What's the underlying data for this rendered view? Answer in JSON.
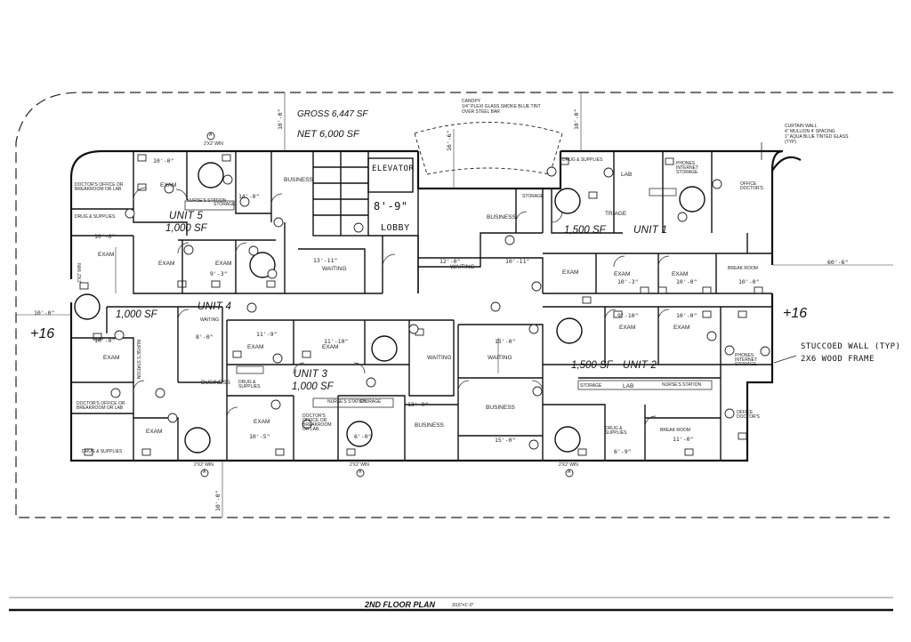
{
  "header": {
    "gross": "GROSS 6,447 SF",
    "net": "NET 6,000 SF",
    "canopy": [
      "CANOPY",
      "1/4\" PLEXI GLASS SMOKE BLUE TINT",
      "OVER STEEL BAR"
    ],
    "curtain_wall": [
      "CURTAIN WALL",
      "4\" MULLION 4' SPACING",
      "1\" AQUA BLUE TINTED GLASS",
      "(TYP)"
    ]
  },
  "core": {
    "elevator": "ELEVATOR",
    "lobby": "LOBBY",
    "lobby_dim": "8'-9\""
  },
  "units": {
    "u1": {
      "name": "UNIT 1",
      "area": "1,500 SF"
    },
    "u2": {
      "name": "UNIT 2",
      "area": "1,500 SF"
    },
    "u3": {
      "name": "UNIT 3",
      "area": "1,000 SF"
    },
    "u4": {
      "name": "UNIT 4",
      "area": "1,000 SF"
    },
    "u5": {
      "name": "UNIT 5",
      "area": "1,000 SF"
    }
  },
  "rooms": {
    "exam": "EXAM",
    "business": "BUSINESS",
    "storage": "STORAGE",
    "waiting": "WAITING",
    "nurses": "NURSE'S STATION",
    "drug": "DRUG & SUPPLIES",
    "lab": "LAB",
    "triage": "TRIAGE",
    "break": "BREAK ROOM",
    "office": "OFFICE DOCTOR'S",
    "doctors_office": "DOCTOR'S OFFICE OR BREAKROOM OR LAB",
    "phones": "PHONES INTERNET STORAGE"
  },
  "annotations": {
    "elev_left": "+16",
    "elev_right": "+16",
    "stucco": "STUCCOED WALL (TYP)",
    "frame": "2X6 WOOD FRAME",
    "win": "2'X2' WIN",
    "grid_a": "A"
  },
  "dims": {
    "d10": "10'-0\"",
    "d15": "15'-0\"",
    "d12": "12'-0\"",
    "d16": "16'-6\"",
    "d60": "60'-6\"",
    "d13_11": "13'-11\"",
    "d10_11": "10'-11\"",
    "d13_9": "13'-9\"",
    "d11_0": "11'-0\"",
    "d9_10": "9'-10\"",
    "d10_3": "10'-3\"",
    "d14_0": "14'-0\"",
    "d9_3": "9'-3\"",
    "d11_10": "11'-10\"",
    "d10_5": "10'-5\"",
    "d8_0": "8'-0\"",
    "d6_0": "6'-0\"",
    "d6_9": "6'-9\"",
    "d11_9": "11'-9\""
  },
  "footer": {
    "title": "2ND FLOOR PLAN",
    "scale": "3/16\"=1'-0\""
  }
}
